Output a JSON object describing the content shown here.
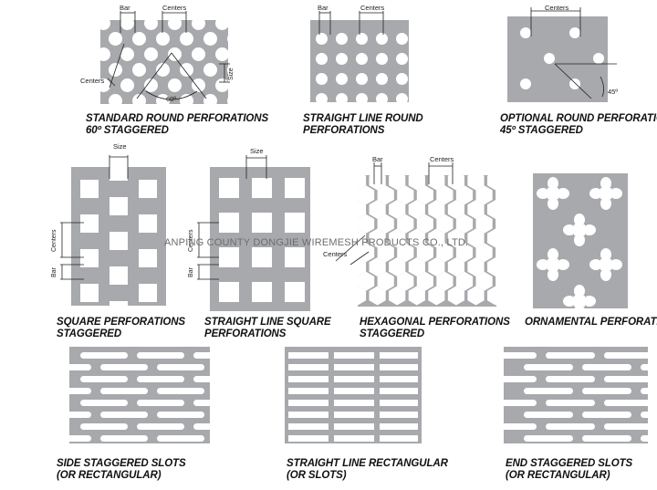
{
  "panels": {
    "standard_round": {
      "line1": "STANDARD ROUND PERFORATIONS",
      "line2": "60º STAGGERED",
      "labels": {
        "bar": "Bar",
        "centers_top": "Centers",
        "centers_side": "Centers",
        "size": "Size",
        "angle": "60º"
      }
    },
    "straight_round": {
      "line1": "STRAIGHT LINE ROUND",
      "line2": "PERFORATIONS",
      "labels": {
        "bar": "Bar",
        "centers": "Centers"
      }
    },
    "optional_round": {
      "line1": "OPTIONAL ROUND PERFORATIONS",
      "line2": "45º STAGGERED",
      "labels": {
        "centers": "Centers",
        "angle": "45º"
      }
    },
    "square_staggered": {
      "line1": "SQUARE PERFORATIONS",
      "line2": "STAGGERED",
      "labels": {
        "size": "Size",
        "centers": "Centers",
        "bar": "Bar"
      }
    },
    "square_straight": {
      "line1": "STRAIGHT LINE SQUARE",
      "line2": "PERFORATIONS",
      "labels": {
        "size": "Size",
        "centers": "Centers",
        "bar": "Bar"
      }
    },
    "hexagonal": {
      "line1": "HEXAGONAL PERFORATIONS",
      "line2": "STAGGERED",
      "labels": {
        "bar": "Bar",
        "centers_top": "Centers",
        "centers_side": "Centers"
      }
    },
    "ornamental": {
      "line1": "ORNAMENTAL PERFORATIONS"
    },
    "side_slots": {
      "line1": "SIDE STAGGERED SLOTS",
      "line2": "(OR RECTANGULAR)"
    },
    "straight_slots": {
      "line1": "STRAIGHT LINE RECTANGULAR",
      "line2": "(OR SLOTS)"
    },
    "end_slots": {
      "line1": "END STAGGERED SLOTS",
      "line2": "(OR RECTANGULAR)"
    }
  },
  "watermark": "ANPING COUNTY DONGJIE WIREMESH PRODUCTS CO., LTD.",
  "colors": {
    "sheet": "#a7a9ac",
    "hole": "#ffffff",
    "ink": "#111111"
  }
}
